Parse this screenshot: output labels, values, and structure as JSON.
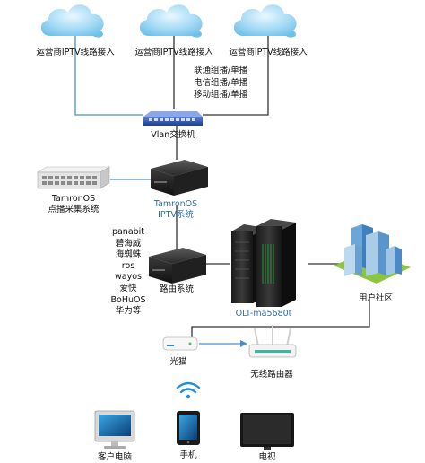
{
  "clouds": [
    {
      "label": "运营商IPTV线路接入"
    },
    {
      "label": "运营商IPTV线路接入"
    },
    {
      "label": "运营商IPTV线路接入"
    }
  ],
  "multicast_notes": [
    "联通组播/单播",
    "电信组播/单播",
    "移动组播/单播"
  ],
  "vlan_switch": {
    "label": "Vlan交换机"
  },
  "collector": {
    "line1": "TamronOS",
    "line2": "点播采集系统"
  },
  "iptv_system": {
    "line1": "TamronOS",
    "line2": "IPTV系统"
  },
  "router_brands": [
    "panabit",
    "碧海威",
    "海蜘蛛",
    "ros",
    "wayos",
    "爱快",
    "BoHuOS",
    "华为等"
  ],
  "router": {
    "label": "路由系统"
  },
  "olt": {
    "label": "OLT-ma5680t"
  },
  "community": {
    "label": "用户社区"
  },
  "modem": {
    "label": "光猫"
  },
  "wireless_router": {
    "label": "无线路由器"
  },
  "devices": {
    "pc": "客户电脑",
    "phone": "手机",
    "tv": "电视"
  },
  "colors": {
    "cloud": "#7cc6ee",
    "line_blue": "#4a8fc8",
    "line_dark": "#333333",
    "label_blue": "#2f6ea8"
  }
}
